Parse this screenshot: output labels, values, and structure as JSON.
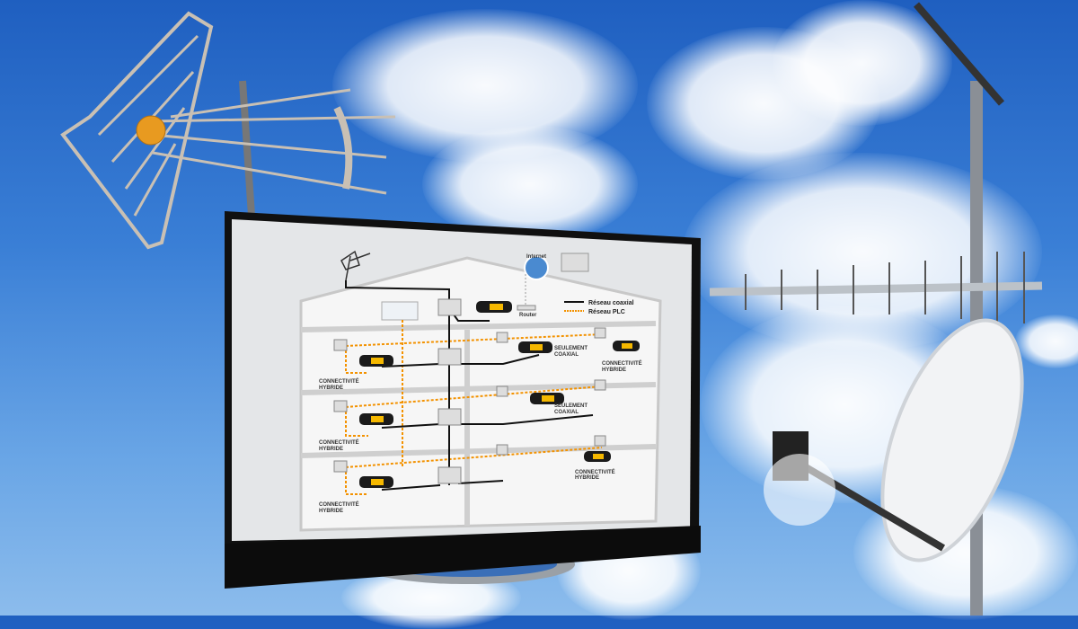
{
  "diagram": {
    "internet": "Internet",
    "router": "Router",
    "legend": {
      "coax": "Réseau coaxial",
      "plc": "Réseau PLC"
    },
    "only_coax": [
      "SEULEMENT",
      "COAXIAL"
    ],
    "hybrid": [
      "CONNECTIVITÉ",
      "HYBRIDE"
    ]
  },
  "colors": {
    "sky": "#2f6fcc",
    "plc": "#f39200",
    "coax": "#111111"
  }
}
